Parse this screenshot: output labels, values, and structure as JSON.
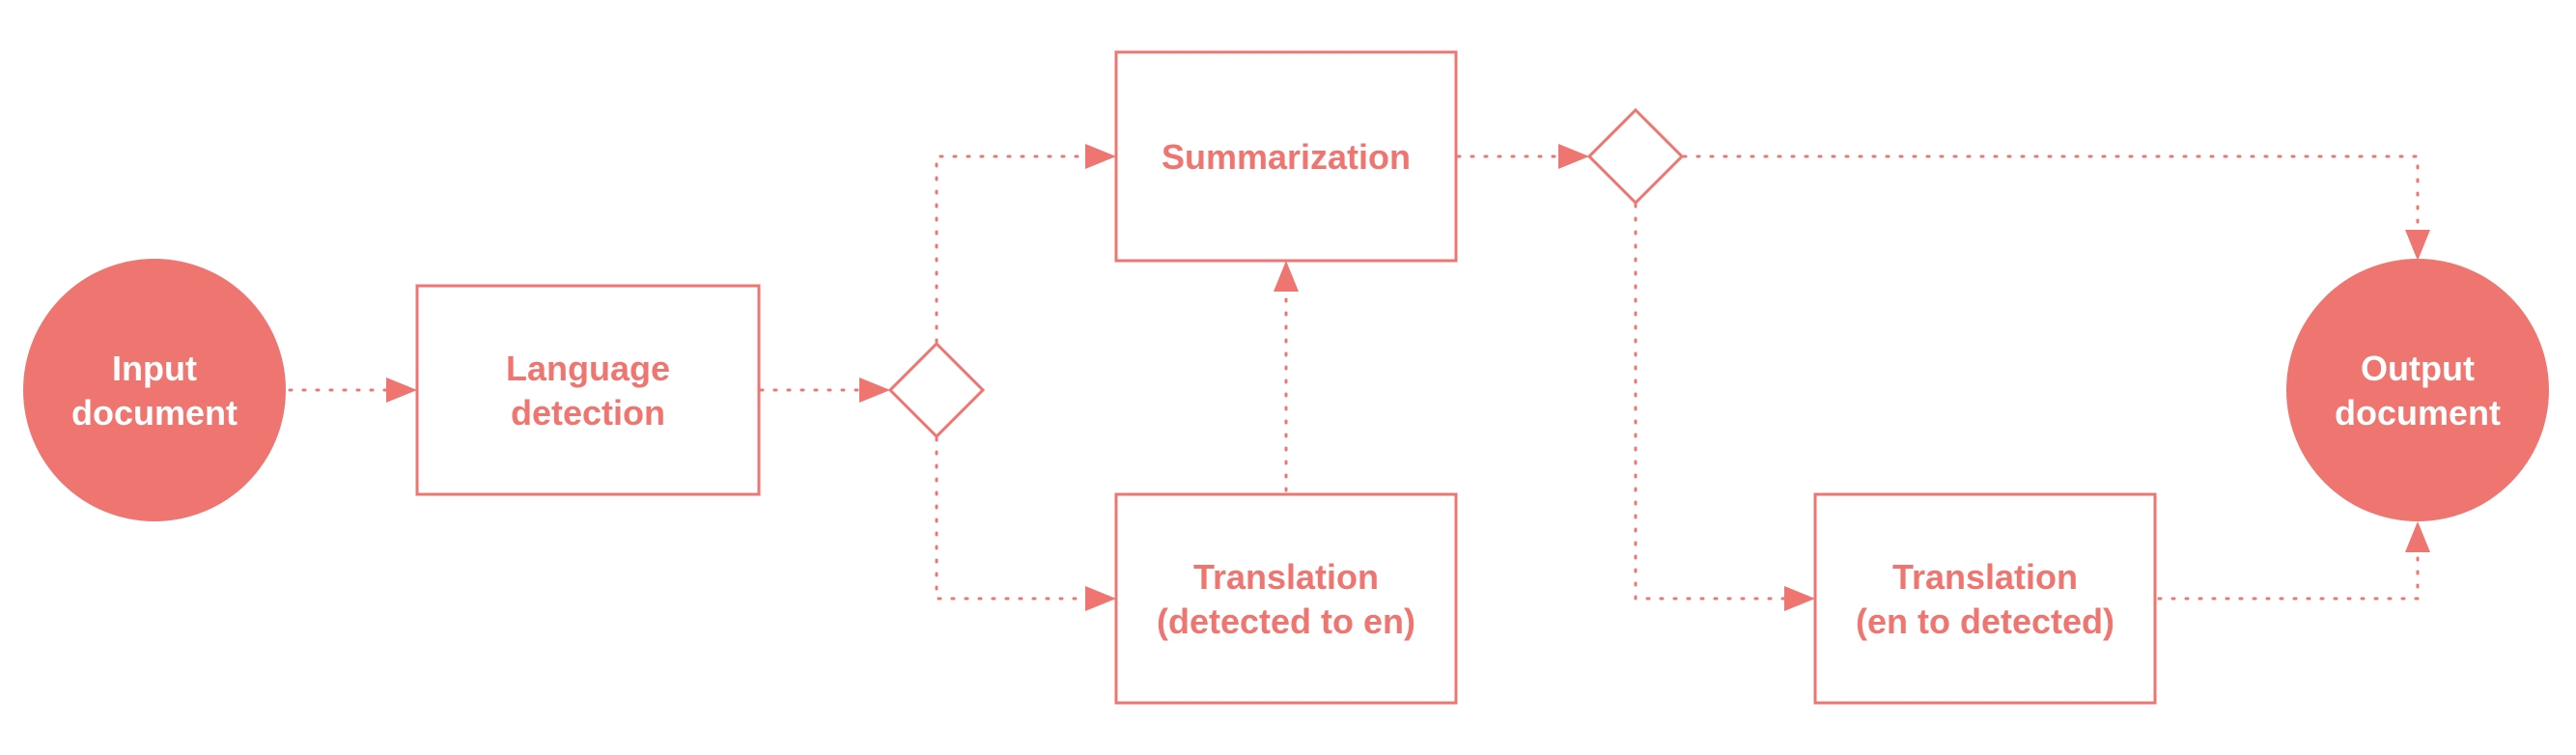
{
  "colors": {
    "accent": "#ee7570",
    "node_text_light": "#ffffff",
    "background": "#ffffff"
  },
  "nodes": {
    "input": {
      "line1": "Input",
      "line2": "document"
    },
    "language_detection": {
      "line1": "Language",
      "line2": "detection"
    },
    "summarization": {
      "line1": "Summarization"
    },
    "translation_to_en": {
      "line1": "Translation",
      "line2": "(detected to en)"
    },
    "translation_from_en": {
      "line1": "Translation",
      "line2": "(en to detected)"
    },
    "output": {
      "line1": "Output",
      "line2": "document"
    }
  },
  "edges": [
    {
      "from": "input",
      "to": "language_detection"
    },
    {
      "from": "language_detection",
      "to": "decision-1"
    },
    {
      "from": "decision-1",
      "to": "summarization"
    },
    {
      "from": "decision-1",
      "to": "translation_to_en"
    },
    {
      "from": "translation_to_en",
      "to": "summarization"
    },
    {
      "from": "summarization",
      "to": "decision-2"
    },
    {
      "from": "decision-2",
      "to": "output"
    },
    {
      "from": "decision-2",
      "to": "translation_from_en"
    },
    {
      "from": "translation_from_en",
      "to": "output"
    }
  ]
}
